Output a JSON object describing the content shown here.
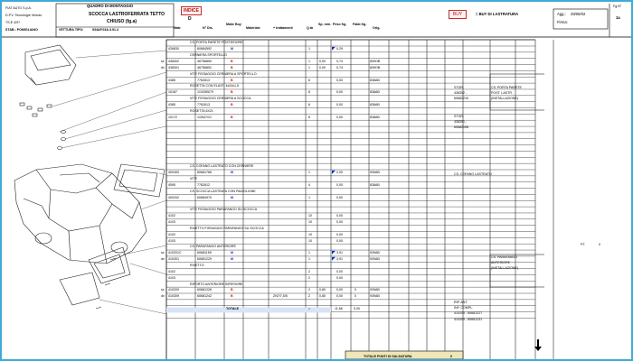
{
  "header": {
    "company": "FIAT AUTO S.p.A.",
    "department": "D.P.V. Tecnologie Veicolo",
    "code": "TS-E 4/97",
    "stab_label": "STAB.: POMIGLIANO",
    "quadro": "QUADRO DI MONTAGGIO",
    "title_line1": "SCOCCA LASTROFERRATA TETTO",
    "title_line2": "CHIUSO (fg.a)",
    "vettura": "VETTURA TIPO:",
    "vettura_code": "934AF.03A.3.91.4",
    "indice_label": "INDICE",
    "indice_value": "D",
    "buy_button": "BUY",
    "buy_text": "= BUY DI LASTRATURA",
    "agg_label": "Agg.:",
    "agg_date": "29/05/02",
    "firma_label": "Firma:",
    "fg_label": "Fg.N°",
    "fg_value": "1a"
  },
  "columns": [
    "Matr.",
    "N° Dis.",
    "Make Buy",
    "Materiale",
    "+ trattamenti",
    "Q.tà",
    "Sp. mm.",
    "Peso Kg.",
    "Fabb Kg.",
    "Orig."
  ],
  "colors": {
    "border": "#3fa9d8",
    "grid": "#000000",
    "buy": "#d01010",
    "make": "#1030c0",
    "total_bar": "#d8e4f4"
  },
  "rows": [
    {
      "type": "group",
      "label": "CS. PORTA PARETE POSTERIORE"
    },
    {
      "matr": "426830",
      "dis": "60684592",
      "mb": "M",
      "mat": "",
      "trat": "",
      "qty": "1",
      "sp": "",
      "peso": "0,29",
      "fabb": "",
      "orig": "",
      "flag": true
    },
    {
      "type": "group",
      "label": "CERNIERA SPORTELLO"
    },
    {
      "sx": "sx",
      "matr": "438302",
      "dis": "46756850",
      "mb": "B",
      "mat": "",
      "trat": "",
      "qty": "1",
      "sp": "0,00",
      "peso": "0,74",
      "fabb": "",
      "orig": "839OB"
    },
    {
      "sx": "dx",
      "matr": "438301",
      "dis": "46756852",
      "mb": "B",
      "mat": "",
      "trat": "",
      "qty": "1",
      "sp": "0,00",
      "peso": "0,74",
      "fabb": "",
      "orig": "839OB"
    },
    {
      "type": "group",
      "label": "VITE FISSAGGIO CERNIERA A SPORTELLO"
    },
    {
      "matr": "4385",
      "dis": "7762613",
      "mb": "B",
      "mat": "",
      "trat": "",
      "qty": "6",
      "sp": "",
      "peso": "0,00",
      "fabb": "",
      "orig": "838AB"
    },
    {
      "type": "group",
      "label": "ROSETTA CON ELAST. 4x24x1,5"
    },
    {
      "matr": "10187",
      "dis": "1/10355/79",
      "mb": "B",
      "mat": "",
      "trat": "",
      "qty": "6",
      "sp": "",
      "peso": "0,00",
      "fabb": "",
      "orig": "838AB"
    },
    {
      "type": "group",
      "label": "VITE FISSAGGIO CERNIERA A SCOCCA"
    },
    {
      "matr": "4385",
      "dis": "7762613",
      "mb": "B",
      "mat": "",
      "trat": "",
      "qty": "6",
      "sp": "",
      "peso": "0,00",
      "fabb": "",
      "orig": "838AB"
    },
    {
      "type": "group",
      "label": "ROSETTA 6X21"
    },
    {
      "matr": "10172",
      "dis": "1/2647/21",
      "mb": "B",
      "mat": "",
      "trat": "",
      "qty": "6",
      "sp": "",
      "peso": "0,00",
      "fabb": "",
      "orig": "838AB"
    },
    {
      "type": "blank"
    },
    {
      "type": "blank"
    },
    {
      "type": "blank"
    },
    {
      "type": "blank"
    },
    {
      "type": "blank"
    },
    {
      "type": "blank"
    },
    {
      "type": "blank"
    },
    {
      "type": "group",
      "label": "CS. COFANO LASTRATO CON CERNIERE"
    },
    {
      "matr": "400400",
      "dis": "60681766",
      "mb": "M",
      "mat": "",
      "trat": "",
      "qty": "1",
      "sp": "",
      "peso": "2,00",
      "fabb": "",
      "orig": "939AB",
      "flag": true
    },
    {
      "type": "group",
      "label": "VITE"
    },
    {
      "matr": "4595",
      "dis": "7762612",
      "mb": "",
      "mat": "",
      "trat": "",
      "qty": "4",
      "sp": "",
      "peso": "0,00",
      "fabb": "",
      "orig": "838AB"
    },
    {
      "type": "group",
      "label": "CS. SCOCCA LASTRATA CON PADIGLIONE"
    },
    {
      "matr": "400202",
      "dis": "60684970",
      "mb": "M",
      "mat": "",
      "trat": "",
      "qty": "1",
      "sp": "",
      "peso": "0,00",
      "fabb": "",
      "orig": ""
    },
    {
      "type": "blank"
    },
    {
      "type": "group",
      "label": "VITE FISSAGGIO PARAFANGO SU SCOCCA"
    },
    {
      "matr": "4102",
      "dis": "",
      "mb": "",
      "mat": "",
      "trat": "",
      "qty": "10",
      "sp": "",
      "peso": "0,00",
      "fabb": "",
      "orig": ""
    },
    {
      "matr": "4103",
      "dis": "",
      "mb": "",
      "mat": "",
      "trat": "",
      "qty": "10",
      "sp": "",
      "peso": "0,00",
      "fabb": "",
      "orig": ""
    },
    {
      "type": "group",
      "label": "RIVETTO FISSAGGIO PARAFANGO SU SCOCCA"
    },
    {
      "matr": "4102",
      "dis": "",
      "mb": "",
      "mat": "",
      "trat": "",
      "qty": "10",
      "sp": "",
      "peso": "0,00",
      "fabb": "",
      "orig": ""
    },
    {
      "matr": "4103",
      "dis": "",
      "mb": "",
      "mat": "",
      "trat": "",
      "qty": "10",
      "sp": "",
      "peso": "0,00",
      "fabb": "",
      "orig": ""
    },
    {
      "type": "group",
      "label": "CS. PARAFANGO ANTERIORE"
    },
    {
      "sx": "sx",
      "matr": "410201C",
      "dis": "60681159",
      "mb": "M",
      "mat": "",
      "trat": "",
      "qty": "1",
      "sp": "",
      "peso": "3,91",
      "fabb": "",
      "orig": "939AB",
      "flag": true
    },
    {
      "sx": "dx",
      "matr": "410301",
      "dis": "60681229",
      "mb": "M",
      "mat": "",
      "trat": "",
      "qty": "1",
      "sp": "",
      "peso": "3,91",
      "fabb": "",
      "orig": "939AB",
      "flag": true
    },
    {
      "type": "group",
      "label": "RIVETTO"
    },
    {
      "matr": "4102",
      "dis": "",
      "mb": "",
      "mat": "",
      "trat": "",
      "qty": "2",
      "sp": "",
      "peso": "0,00",
      "fabb": "",
      "orig": ""
    },
    {
      "matr": "4103",
      "dis": "",
      "mb": "",
      "mat": "",
      "trat": "",
      "qty": "2",
      "sp": "",
      "peso": "0,00",
      "fabb": "",
      "orig": ""
    },
    {
      "type": "group",
      "label": "RIPORTO ANTERIORE INFERIORE"
    },
    {
      "sx": "sx",
      "matr": "410209",
      "dis": "60681228",
      "mb": "B",
      "mat": "",
      "trat": "",
      "qty": "2",
      "sp": "0,80",
      "peso": "0,00",
      "fabb": "0",
      "orig": "939AB"
    },
    {
      "sx": "dx",
      "matr": "410309",
      "dis": "60681242",
      "mb": "B",
      "mat": "",
      "trat": "ZN7/7,5/5",
      "qty": "2",
      "sp": "0,80",
      "peso": "0,00",
      "fabb": "0",
      "orig": "939AB"
    },
    {
      "type": "blank"
    },
    {
      "type": "total",
      "label": "TOTALE",
      "qty": "=",
      "peso": "11,66",
      "fabb": "0,00"
    }
  ],
  "footer": {
    "label": "TOTALE PUNTI DI SALDATURA",
    "value": "0"
  },
  "notes": [
    {
      "lines": [
        "STGR.",
        "438392 -",
        "60682210"
      ]
    },
    {
      "lines": [
        "CS. PORTA PARETE",
        "POST. LASTR.",
        "(INSTALLAZIONE)"
      ]
    },
    {
      "lines": [
        "STGR.",
        "438391 -",
        "60682196"
      ]
    },
    {
      "lines": [
        "CS. COFANO LASTRATO"
      ]
    },
    {
      "lines": [
        "PT.",
        "0"
      ]
    },
    {
      "lines": [
        "CS. PARAFANGO",
        "ANTERIORE",
        "(INSTALLAZIONE)"
      ]
    },
    {
      "lines": [
        "RIP. ANT.",
        "INF. COMPL.",
        "410209 - 60681227",
        "410309 - 60681231"
      ]
    }
  ],
  "scroll_icon": "arrow-down-icon"
}
